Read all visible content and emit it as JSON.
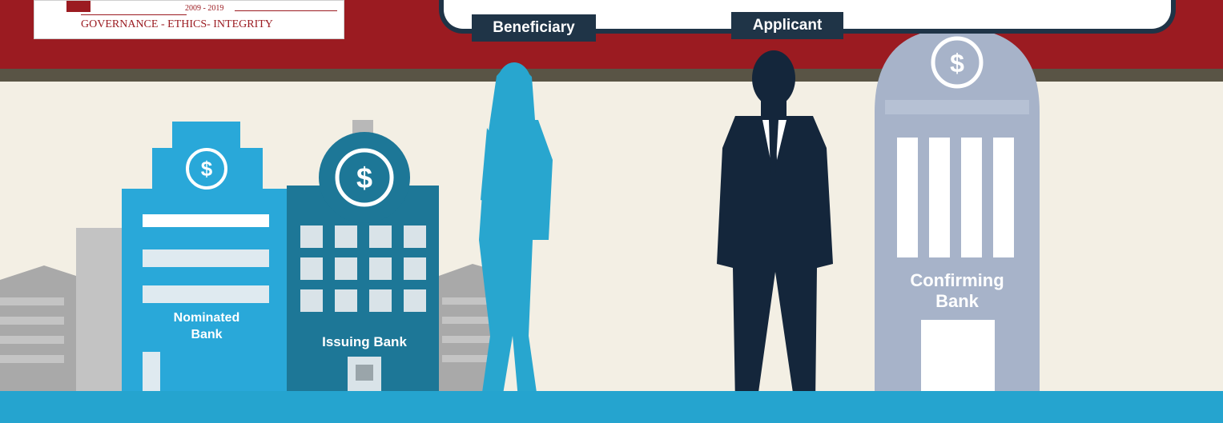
{
  "logo": {
    "years": "2009 - 2019",
    "tagline": "GOVERNANCE - ETHICS- INTEGRITY"
  },
  "roles": {
    "beneficiary": "Beneficiary",
    "applicant": "Applicant"
  },
  "banks": {
    "nominated": {
      "line1": "Nominated",
      "line2": "Bank"
    },
    "issuing": {
      "label": "Issuing Bank"
    },
    "confirming": {
      "line1": "Confirming",
      "line2": "Bank"
    },
    "currency_symbol": "$"
  },
  "colors": {
    "top_band": "#9b1b21",
    "background": "#f3efe4",
    "nominated_bank": "#29a8d9",
    "issuing_bank": "#1d7797",
    "confirming_bank": "#a7b3c9",
    "beneficiary_figure": "#28a6cf",
    "applicant_figure": "#14263b",
    "ground": "#25a4cf"
  }
}
